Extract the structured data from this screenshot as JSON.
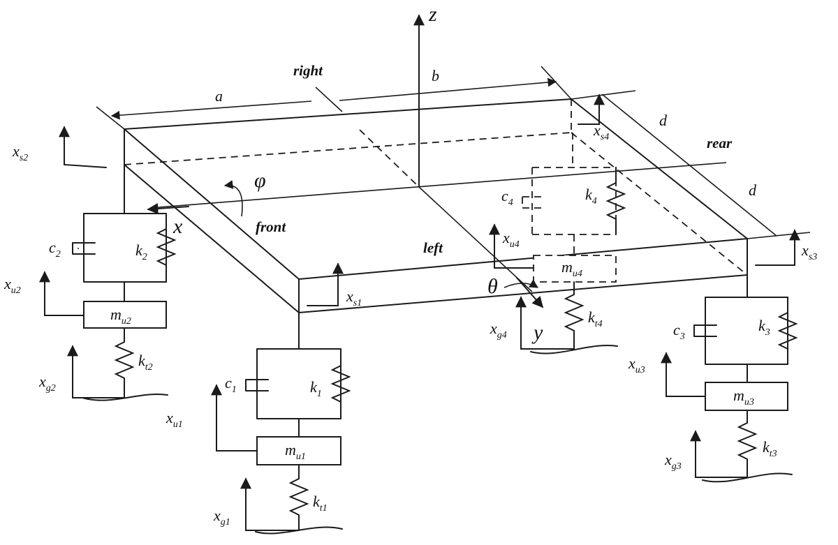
{
  "labels": {
    "z": "z",
    "x": "x",
    "y": "y",
    "phi": "φ",
    "theta": "θ",
    "a": "a",
    "b": "b",
    "d_upper": "d",
    "d_lower": "d",
    "right": "right",
    "left": "left",
    "front": "front",
    "rear": "rear"
  },
  "symbols": {
    "xs1": {
      "base": "x",
      "sub": "s1"
    },
    "xs2": {
      "base": "x",
      "sub": "s2"
    },
    "xs3": {
      "base": "x",
      "sub": "s3"
    },
    "xs4": {
      "base": "x",
      "sub": "s4"
    },
    "xu1": {
      "base": "x",
      "sub": "u1"
    },
    "xu2": {
      "base": "x",
      "sub": "u2"
    },
    "xu3": {
      "base": "x",
      "sub": "u3"
    },
    "xu4": {
      "base": "x",
      "sub": "u4"
    },
    "xg1": {
      "base": "x",
      "sub": "g1"
    },
    "xg2": {
      "base": "x",
      "sub": "g2"
    },
    "xg3": {
      "base": "x",
      "sub": "g3"
    },
    "xg4": {
      "base": "x",
      "sub": "g4"
    },
    "mu1": {
      "base": "m",
      "sub": "u1"
    },
    "mu2": {
      "base": "m",
      "sub": "u2"
    },
    "mu3": {
      "base": "m",
      "sub": "u3"
    },
    "mu4": {
      "base": "m",
      "sub": "u4"
    },
    "c1": {
      "base": "c",
      "sub": "1"
    },
    "c2": {
      "base": "c",
      "sub": "2"
    },
    "c3": {
      "base": "c",
      "sub": "3"
    },
    "c4": {
      "base": "c",
      "sub": "4"
    },
    "k1": {
      "base": "k",
      "sub": "1"
    },
    "k2": {
      "base": "k",
      "sub": "2"
    },
    "k3": {
      "base": "k",
      "sub": "3"
    },
    "k4": {
      "base": "k",
      "sub": "4"
    },
    "kt1": {
      "base": "k",
      "sub": "t1"
    },
    "kt2": {
      "base": "k",
      "sub": "t2"
    },
    "kt3": {
      "base": "k",
      "sub": "t3"
    },
    "kt4": {
      "base": "k",
      "sub": "t4"
    }
  }
}
